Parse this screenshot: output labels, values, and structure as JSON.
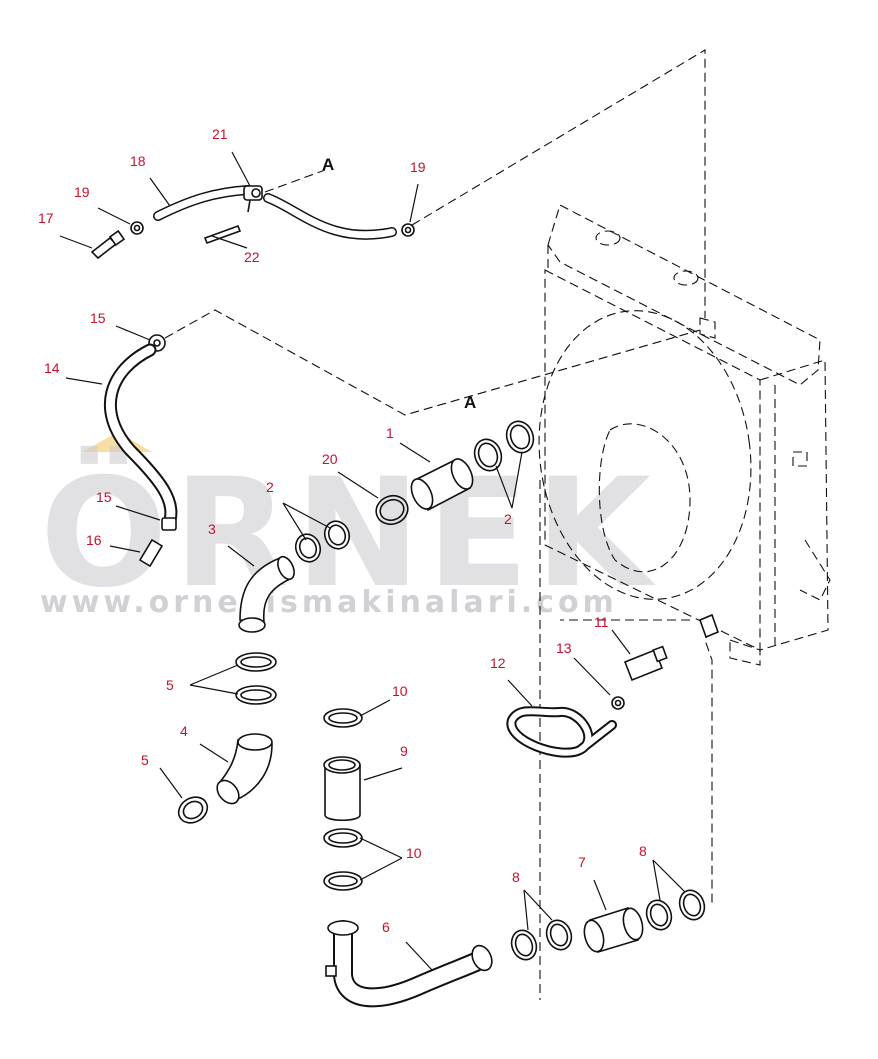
{
  "watermark": {
    "brand": "ÖRNEK",
    "url": "www.ornekismakinalari.com"
  },
  "letters": [
    "A",
    "A"
  ],
  "callouts": [
    "17",
    "19",
    "18",
    "21",
    "22",
    "19",
    "15",
    "14",
    "1",
    "20",
    "2",
    "15",
    "2",
    "3",
    "16",
    "11",
    "13",
    "12",
    "5",
    "10",
    "4",
    "9",
    "5",
    "10",
    "8",
    "7",
    "8",
    "6"
  ],
  "colors": {
    "callout": "#c8102e",
    "line": "#111111",
    "watermark": "#c9c9cf"
  }
}
